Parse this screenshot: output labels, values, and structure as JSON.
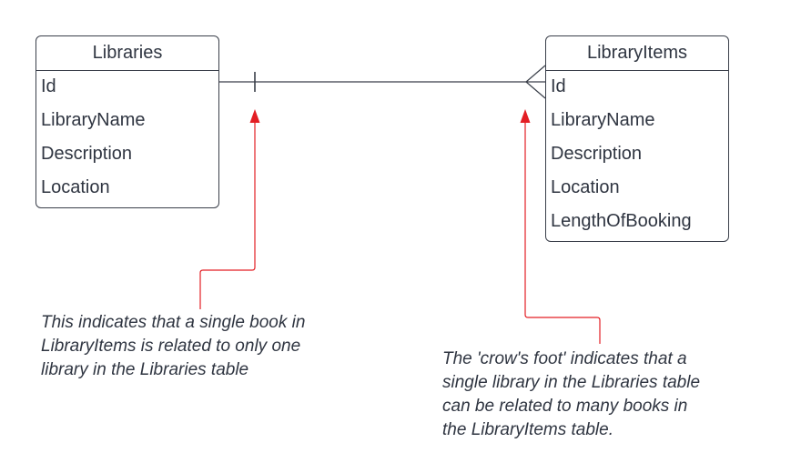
{
  "entities": {
    "libraries": {
      "title": "Libraries",
      "fields": [
        "Id",
        "LibraryName",
        "Description",
        "Location"
      ]
    },
    "library_items": {
      "title": "LibraryItems",
      "fields": [
        "Id",
        "LibraryName",
        "Description",
        "Location",
        "LengthOfBooking"
      ]
    }
  },
  "relationship": {
    "from": "Libraries",
    "to": "LibraryItems",
    "from_cardinality": "one",
    "to_cardinality": "many"
  },
  "annotations": {
    "one_side": [
      "This indicates that a single book in",
      "LibraryItems is related to only one",
      "library in the Libraries table"
    ],
    "many_side": [
      "The 'crow's foot' indicates that a",
      "single library in the Libraries table",
      "can be related to many books in",
      "the LibraryItems table."
    ]
  },
  "colors": {
    "line": "#3a3f4a",
    "arrow": "#e31e24",
    "text": "#2f3541"
  }
}
